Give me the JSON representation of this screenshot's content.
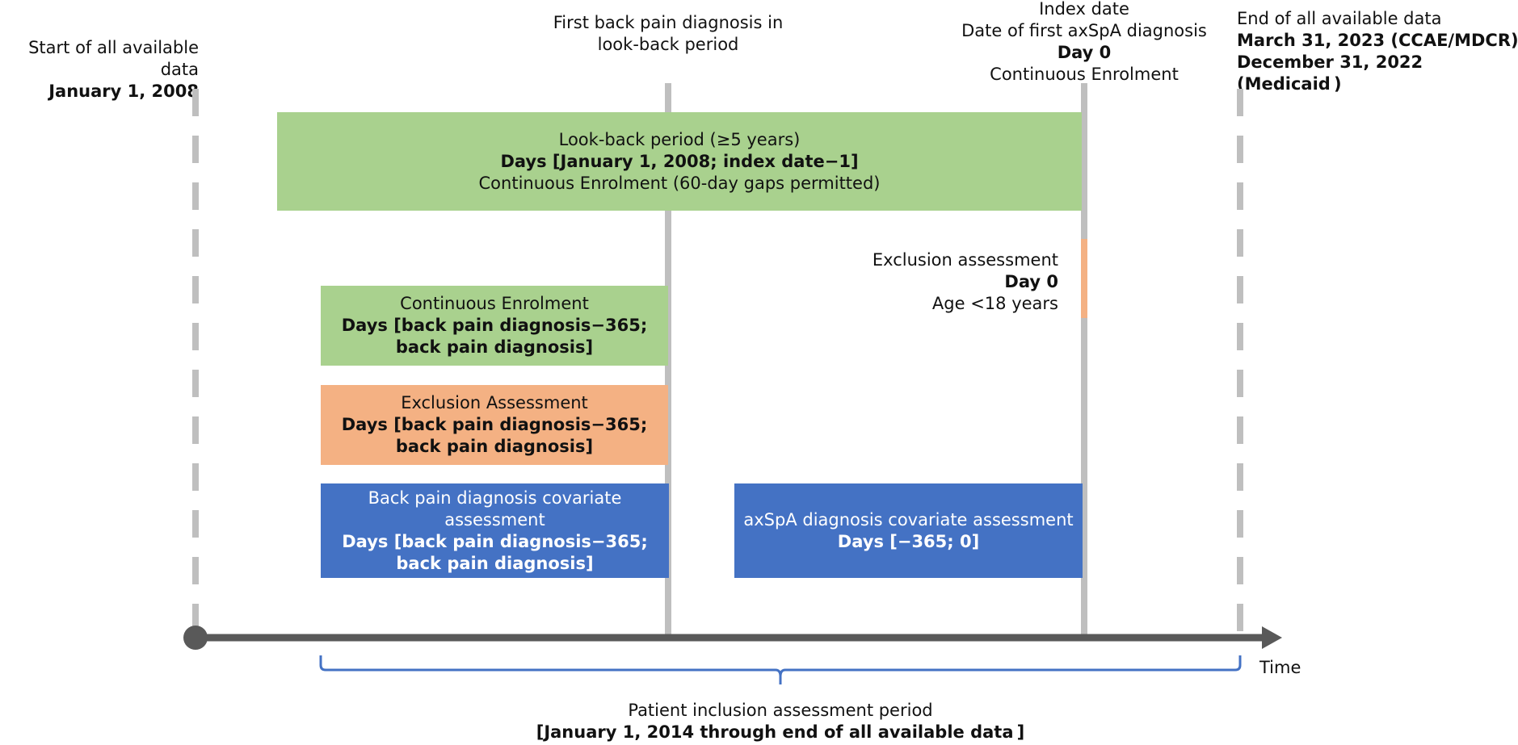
{
  "colors": {
    "lookback_green": "#a9d18e",
    "exclusion_orange": "#f4b183",
    "covariate_blue": "#4472c4",
    "timeline_gray": "#595959",
    "marker_gray": "#bfbfbf",
    "bracket_blue": "#4472c4"
  },
  "markers": {
    "start": {
      "line1": "Start of all available data",
      "line2": "January 1, 2008"
    },
    "first_back_pain": {
      "line1": "First back pain diagnosis in",
      "line2": "look-back period"
    },
    "index_date": {
      "line1": "Index date",
      "line2": "Date of first axSpA diagnosis",
      "line3": "Day 0",
      "line4": "Continuous Enrolment"
    },
    "end": {
      "line1": "End of all available data",
      "line2": "March 31, 2023 (CCAE/MDCR)",
      "line3": "December 31, 2022 (Medicaid )"
    }
  },
  "boxes": {
    "lookback": {
      "line1": "Look-back period (≥5 years)",
      "line2": "Days [January 1, 2008; index date−1]",
      "line3": "Continuous Enrolment (60-day gaps permitted)"
    },
    "continuous_enrolment": {
      "line1": "Continuous Enrolment",
      "line2": "Days [back pain diagnosis−365;",
      "line3": "back pain diagnosis]"
    },
    "exclusion_assessment": {
      "line1": "Exclusion Assessment",
      "line2": "Days [back pain diagnosis−365;",
      "line3": "back pain diagnosis]"
    },
    "back_pain_covariate": {
      "line1": "Back pain diagnosis covariate",
      "line2": "assessment",
      "line3": "Days [back pain diagnosis−365;",
      "line4": "back pain diagnosis]"
    },
    "axspa_covariate": {
      "line1": "axSpA diagnosis covariate assessment",
      "line2": "Days [−365; 0]"
    }
  },
  "index_exclusion": {
    "line1": "Exclusion assessment",
    "line2": "Day 0",
    "line3": "Age <18 years"
  },
  "axis": {
    "label": "Time"
  },
  "inclusion_period": {
    "line1": "Patient inclusion assessment period",
    "line2": "[January 1, 2014 through end of all available data ]"
  }
}
